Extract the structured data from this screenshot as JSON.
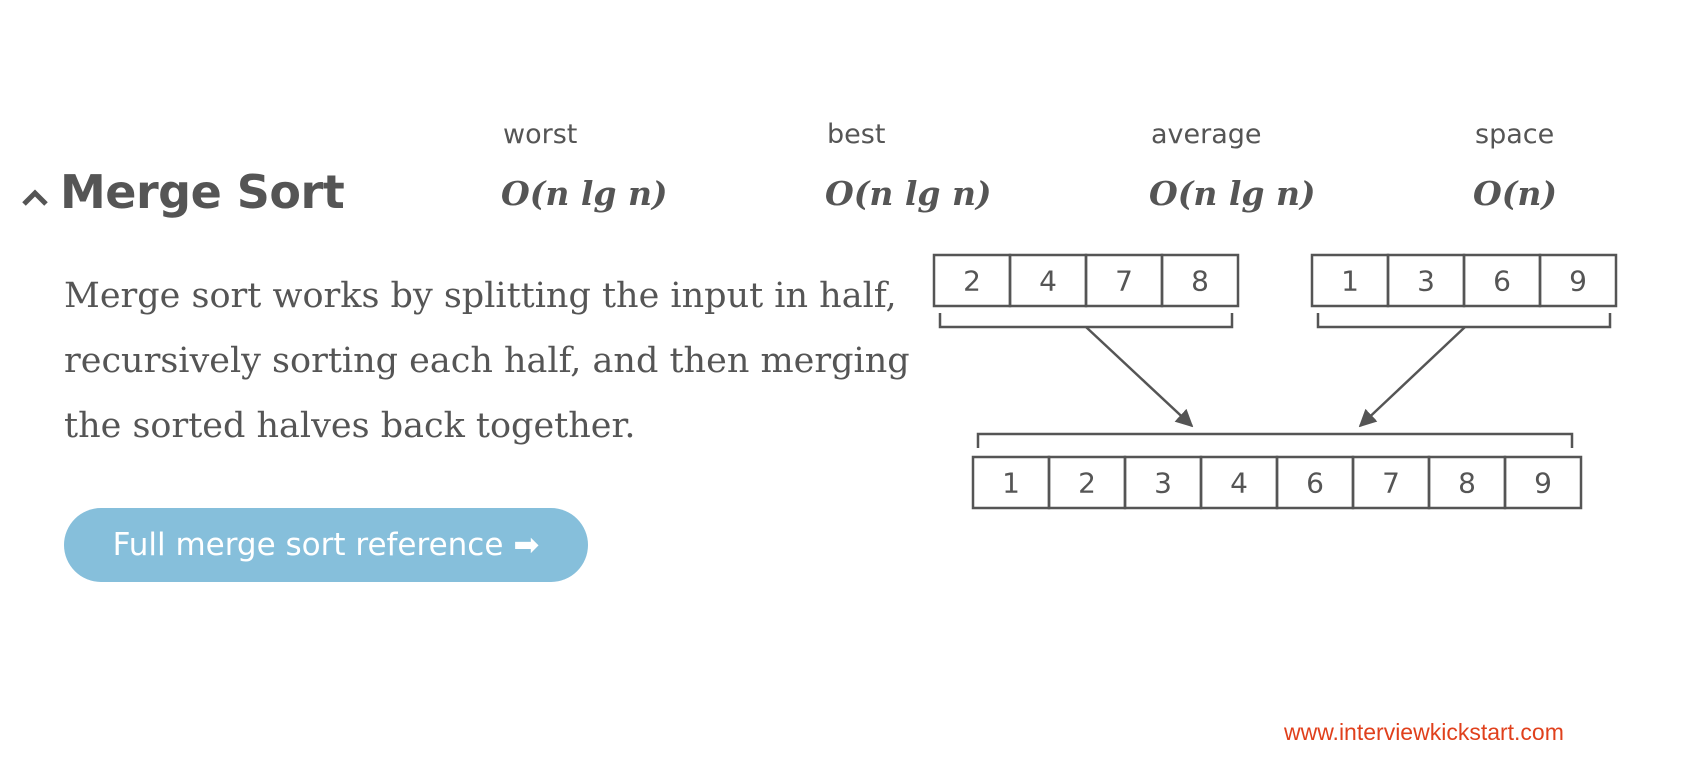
{
  "section": {
    "title": "Merge Sort",
    "collapse_icon": "chevron-up-icon"
  },
  "complexity": [
    {
      "label": "worst",
      "value": "O(n lg n)"
    },
    {
      "label": "best",
      "value": "O(n lg n)"
    },
    {
      "label": "average",
      "value": "O(n lg n)"
    },
    {
      "label": "space",
      "value": "O(n)"
    }
  ],
  "description": "Merge sort works by splitting the input in half, recursively sorting each half, and then merging the sorted halves back together.",
  "button": {
    "label": "Full merge sort reference",
    "arrow": "➡"
  },
  "diagram": {
    "left_half": [
      "2",
      "4",
      "7",
      "8"
    ],
    "right_half": [
      "1",
      "3",
      "6",
      "9"
    ],
    "merged": [
      "1",
      "2",
      "3",
      "4",
      "6",
      "7",
      "8",
      "9"
    ]
  },
  "footer": {
    "link_text": "www.interviewkickstart.com"
  },
  "colors": {
    "text": "#555555",
    "button_bg": "#86bfdb",
    "button_text": "#ffffff",
    "link": "#e0401c"
  }
}
